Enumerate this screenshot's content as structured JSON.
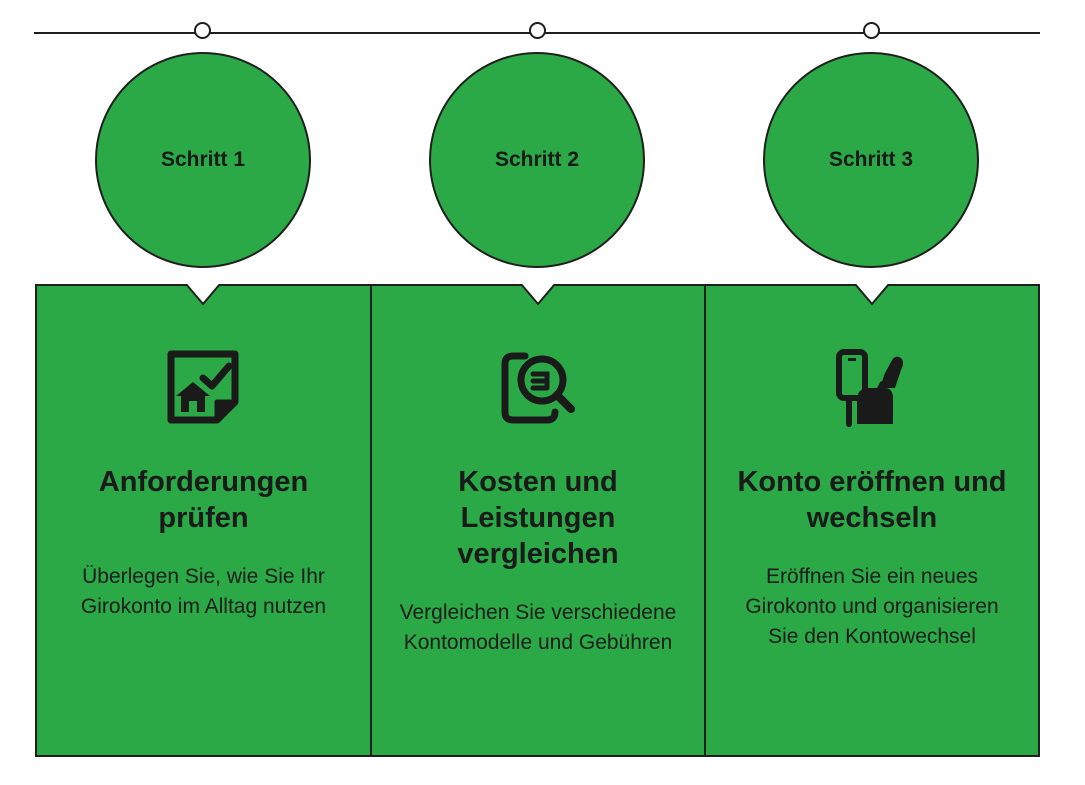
{
  "steps": [
    {
      "label": "Schritt 1",
      "title": "Anforderungen prüfen",
      "description": "Überlegen Sie, wie Sie Ihr Girokonto im Alltag nutzen",
      "icon": "house-checklist-icon"
    },
    {
      "label": "Schritt 2",
      "title": "Kosten und Leistungen vergleichen",
      "description": "Vergleichen Sie verschiedene Kontomodelle und Gebühren",
      "icon": "document-search-icon"
    },
    {
      "label": "Schritt 3",
      "title": "Konto eröffnen und wechseln",
      "description": "Eröffnen Sie ein neues Girokonto und organisieren Sie den Kontowechsel",
      "icon": "phone-hand-icon"
    }
  ],
  "colors": {
    "fill": "#2aa946",
    "stroke": "#1f1f1f",
    "text": "#1a1a1a"
  }
}
